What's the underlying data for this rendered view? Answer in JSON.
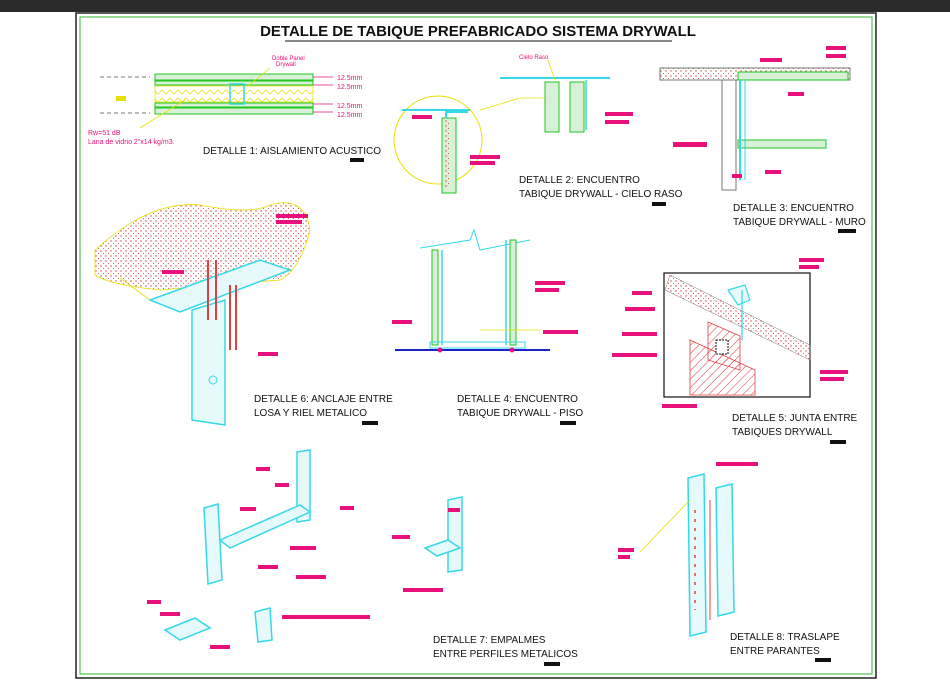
{
  "title": "DETALLE DE TABIQUE PREFABRICADO SISTEMA DRYWALL",
  "detail1": {
    "caption": "DETALLE 1: AISLAMIENTO ACUSTICO",
    "dims": [
      "12.5mm",
      "12.5mm",
      "12.5mm",
      "12.5mm"
    ],
    "note_line1": "Rw=51 dB",
    "note_line2": "Lana de vidrio 2\"x14 kg/m3.",
    "board_label_line1": "Doble Panel",
    "board_label_line2": "Drywall"
  },
  "detail2": {
    "caption_line1": "DETALLE 2: ENCUENTRO",
    "caption_line2": "TABIQUE DRYWALL - CIELO RASO",
    "ceiling_label": "Cielo Raso"
  },
  "detail3": {
    "caption_line1": "DETALLE 3: ENCUENTRO",
    "caption_line2": "TABIQUE DRYWALL - MURO"
  },
  "detail4": {
    "caption_line1": "DETALLE 4: ENCUENTRO",
    "caption_line2": "TABIQUE DRYWALL - PISO"
  },
  "detail5": {
    "caption_line1": "DETALLE 5: JUNTA ENTRE",
    "caption_line2": "TABIQUES DRYWALL"
  },
  "detail6": {
    "caption_line1": "DETALLE 6: ANCLAJE ENTRE",
    "caption_line2": "LOSA Y RIEL METALICO"
  },
  "detail7": {
    "caption_line1": "DETALLE 7: EMPALMES",
    "caption_line2": "ENTRE PERFILES METALICOS"
  },
  "detail8": {
    "caption_line1": "DETALLE 8: TRASLAPE",
    "caption_line2": "ENTRE PARANTES"
  },
  "colors": {
    "label_magenta": "#e8107a",
    "leader_yellow": "#e8e000",
    "profile_cyan": "#35d8e8",
    "board_green": "#1ec81e",
    "hatch_red": "#e04040",
    "floor_blue": "#1a22c8"
  }
}
